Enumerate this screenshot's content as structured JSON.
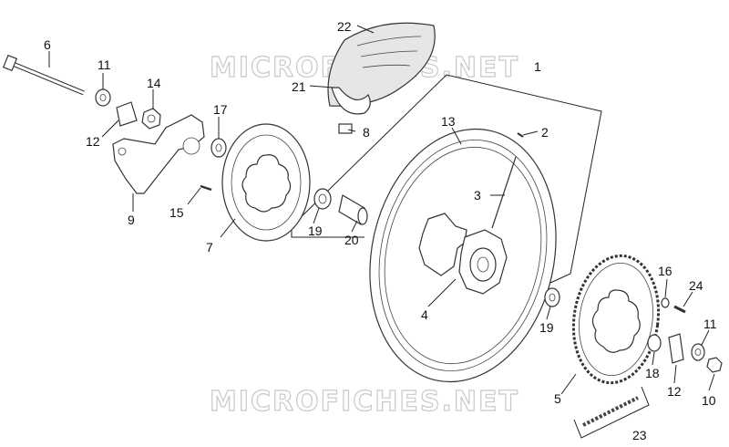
{
  "watermark": "MICROFICHES.NET",
  "labels": {
    "l1": "1",
    "l2": "2",
    "l3": "3",
    "l4": "4",
    "l5": "5",
    "l6": "6",
    "l7": "7",
    "l8": "8",
    "l9": "9",
    "l10": "10",
    "l11a": "11",
    "l11b": "11",
    "l12a": "12",
    "l12b": "12",
    "l13": "13",
    "l14": "14",
    "l15": "15",
    "l16": "16",
    "l17": "17",
    "l18": "18",
    "l19a": "19",
    "l19b": "19",
    "l20": "20",
    "l21": "21",
    "l22": "22",
    "l23": "23",
    "l24": "24"
  }
}
